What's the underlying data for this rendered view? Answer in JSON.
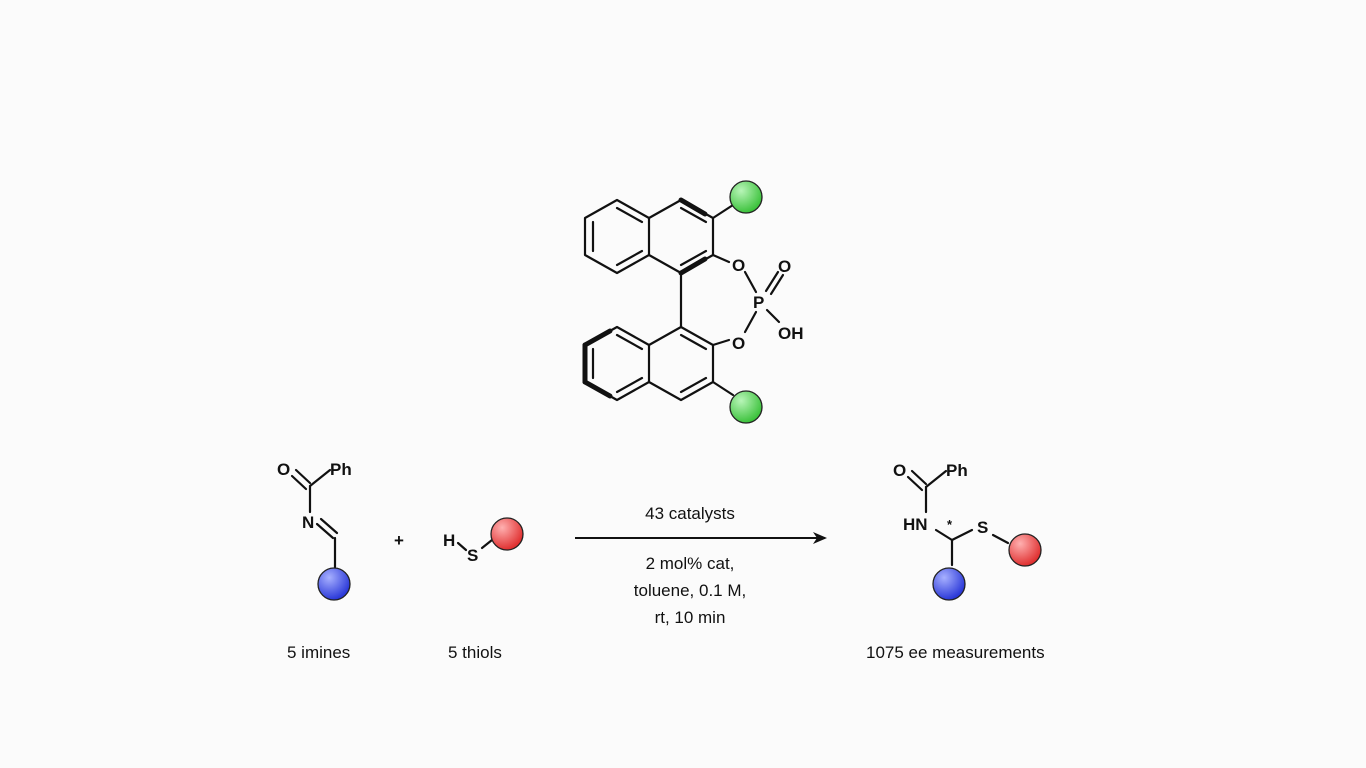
{
  "colors": {
    "green_substituent": "#4fd24f",
    "red_substituent": "#ee4a4a",
    "blue_substituent": "#4050e8",
    "ink": "#111111",
    "background": "#fbfbfb"
  },
  "catalyst": {
    "atoms": {
      "o_top": "O",
      "o_double": "O",
      "phosphorus": "P",
      "o_bottom": "O",
      "hydroxyl": "OH"
    }
  },
  "imine": {
    "atoms": {
      "carbonyl_o": "O",
      "phenyl": "Ph",
      "nitrogen": "N"
    },
    "caption": "5 imines"
  },
  "plus_sign": "+",
  "thiol": {
    "atoms": {
      "hydrogen": "H",
      "sulfur": "S"
    },
    "caption": "5 thiols"
  },
  "arrow": {
    "above": "43 catalysts",
    "below": [
      "2 mol% cat,",
      "toluene, 0.1 M,",
      "rt, 10 min"
    ]
  },
  "product": {
    "atoms": {
      "carbonyl_o": "O",
      "phenyl": "Ph",
      "nh": "HN",
      "stereocenter": "*",
      "sulfur": "S"
    },
    "caption": "1075 ee measurements"
  }
}
